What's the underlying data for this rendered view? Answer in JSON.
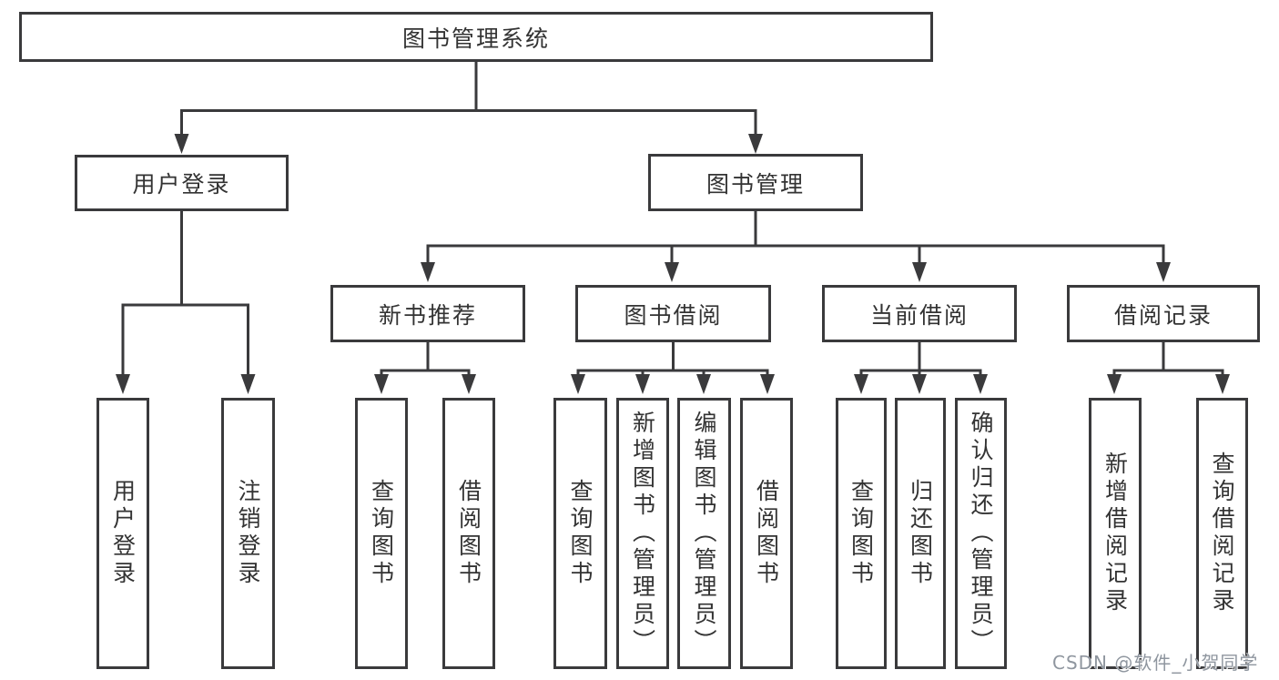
{
  "diagram": {
    "root": {
      "label": "图书管理系统"
    },
    "branches": [
      {
        "label": "用户登录",
        "children": [
          {
            "label": "用户登录"
          },
          {
            "label": "注销登录"
          }
        ]
      },
      {
        "label": "图书管理",
        "children": [
          {
            "label": "新书推荐",
            "children": [
              {
                "label": "查询图书"
              },
              {
                "label": "借阅图书"
              }
            ]
          },
          {
            "label": "图书借阅",
            "children": [
              {
                "label": "查询图书"
              },
              {
                "label": "新增图书（管理员）"
              },
              {
                "label": "编辑图书（管理员）"
              },
              {
                "label": "借阅图书"
              }
            ]
          },
          {
            "label": "当前借阅",
            "children": [
              {
                "label": "查询图书"
              },
              {
                "label": "归还图书"
              },
              {
                "label": "确认归还（管理员）"
              }
            ]
          },
          {
            "label": "借阅记录",
            "children": [
              {
                "label": "新增借阅记录"
              },
              {
                "label": "查询借阅记录"
              }
            ]
          }
        ]
      }
    ]
  },
  "watermark": {
    "text": "CSDN @软件_小贺同学"
  },
  "colors": {
    "line": "#3a3a3c",
    "border": "#3a3a3c",
    "text": "#333333",
    "background": "#ffffff",
    "watermark": "#8f969f"
  }
}
